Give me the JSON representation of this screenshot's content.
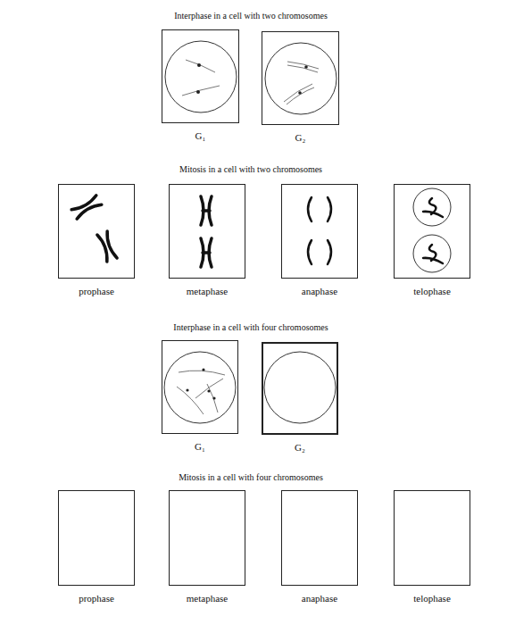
{
  "diagram": {
    "nodes": [
      {
        "text": [
          "G₁"
        ]
      },
      {
        "text": [
          "G₂"
        ]
      },
      {
        "text": [
          "prophase"
        ]
      },
      {
        "text": [
          "metaphase"
        ]
      },
      {
        "text": [
          "anaphase"
        ]
      },
      {
        "text": [
          "telophase"
        ]
      },
      {
        "text": [
          "G₁"
        ]
      },
      {
        "text": [
          "G₂"
        ]
      },
      {
        "text": [
          "prophase"
        ]
      },
      {
        "text": [
          "metaphase"
        ]
      },
      {
        "text": [
          "anaphase"
        ]
      },
      {
        "text": [
          "telophase"
        ]
      }
    ],
    "labels": [
      "Interphase in a cell with two chromosomes",
      "Mitosis in a cell with two chromosomes",
      "Interphase in a cell with four chromosomes",
      "Mitosis in a cell with four chromosomes"
    ]
  }
}
